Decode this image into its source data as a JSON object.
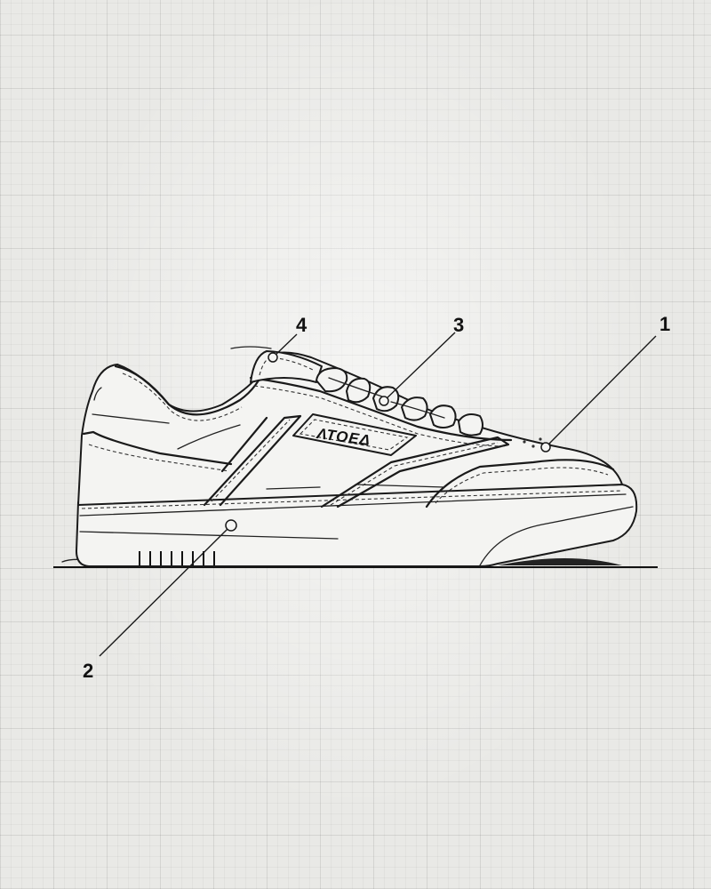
{
  "diagram": {
    "logo_text": "ΛΤΟΕΔ",
    "callouts": [
      {
        "id": "callout-1",
        "label": "1",
        "part": "toe-box"
      },
      {
        "id": "callout-2",
        "label": "2",
        "part": "midsole"
      },
      {
        "id": "callout-3",
        "label": "3",
        "part": "laces"
      },
      {
        "id": "callout-4",
        "label": "4",
        "part": "tongue"
      }
    ]
  }
}
